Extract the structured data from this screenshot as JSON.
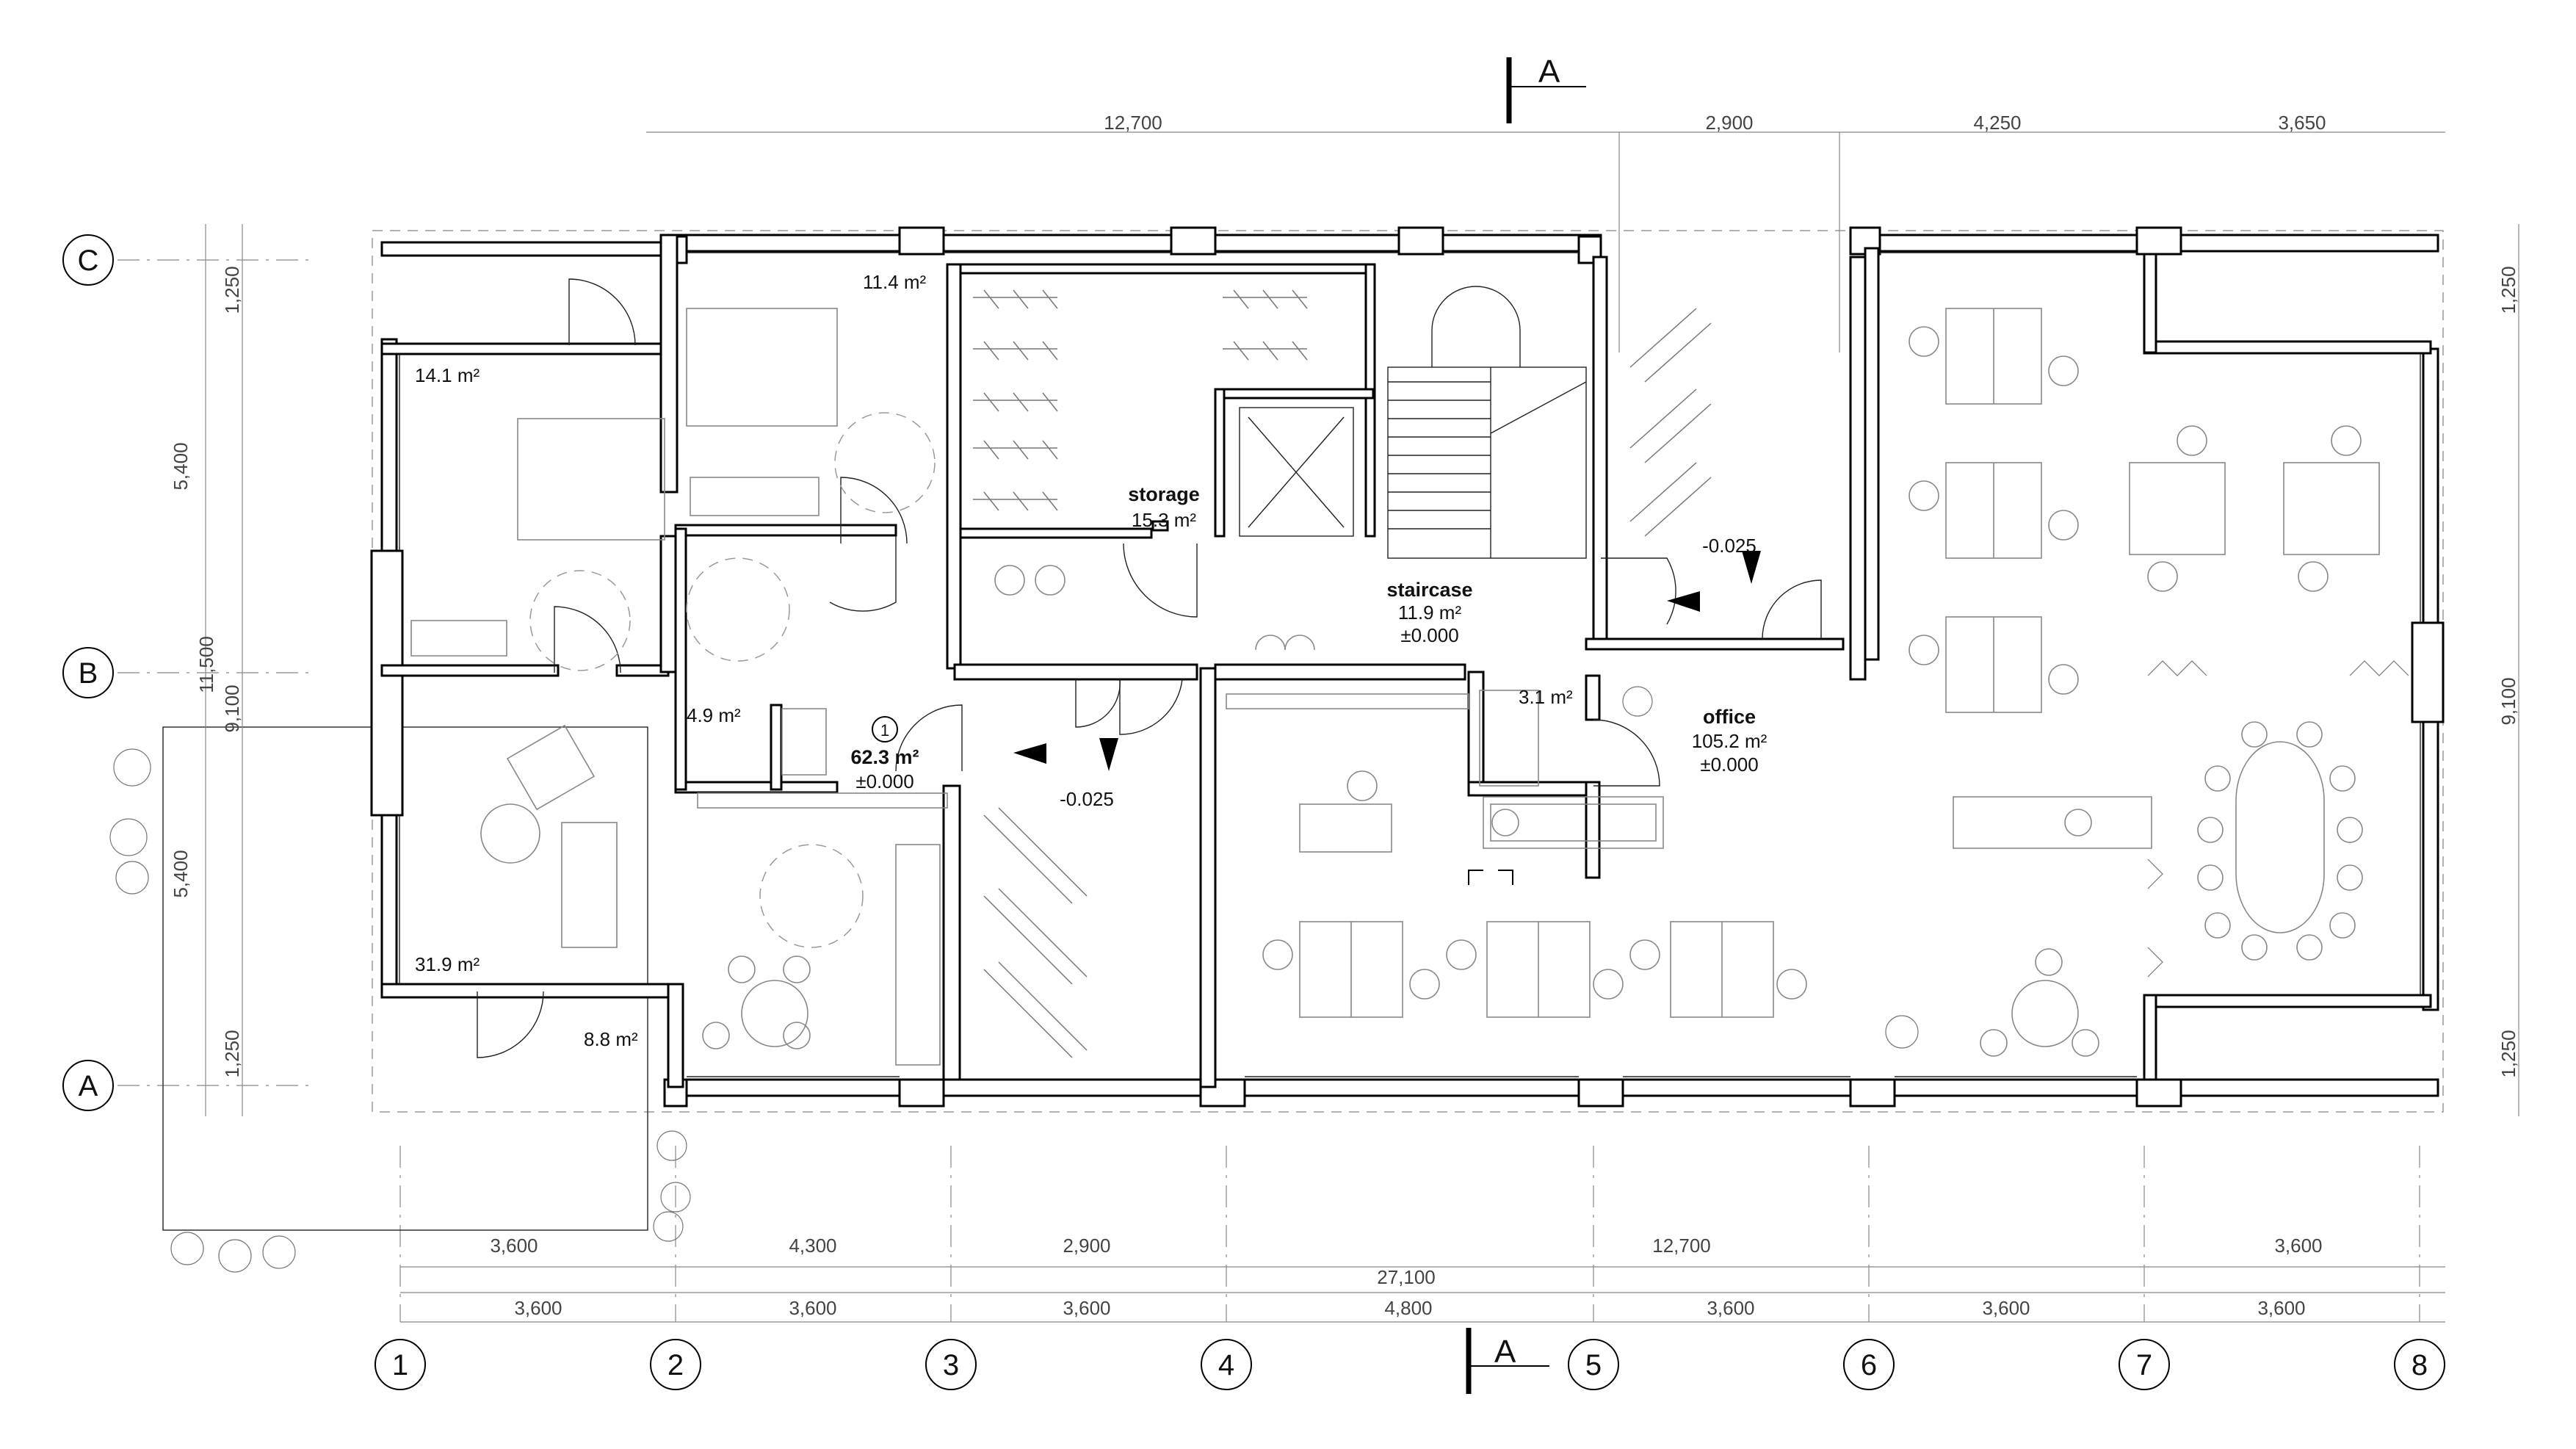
{
  "section_labels": {
    "top": "A",
    "bottom": "A"
  },
  "axes": {
    "rows": [
      "C",
      "B",
      "A"
    ],
    "cols": [
      "1",
      "2",
      "3",
      "4",
      "5",
      "6",
      "7",
      "8"
    ]
  },
  "dims_top": [
    "12,700",
    "2,900",
    "4,250",
    "3,650"
  ],
  "dims_bottom_row1": [
    "3,600",
    "4,300",
    "2,900",
    "12,700",
    "3,600"
  ],
  "dims_bottom_total": "27,100",
  "dims_bottom_row3": [
    "3,600",
    "3,600",
    "3,600",
    "4,800",
    "3,600",
    "3,600",
    "3,600"
  ],
  "dims_left_inner": [
    "1,250",
    "5,400",
    "9,100",
    "5,400",
    "1,250"
  ],
  "dims_left_total": "11,500",
  "dims_right": [
    "1,250",
    "9,100",
    "1,250"
  ],
  "rooms": {
    "r114": "11.4 m²",
    "r141": "14.1 m²",
    "storage_name": "storage",
    "storage_area": "15.3 m²",
    "staircase_name": "staircase",
    "staircase_area": "11.9 m²",
    "staircase_level": "±0.000",
    "r49": "4.9 m²",
    "main_num": "1",
    "main_area": "62.3 m²",
    "main_level": "±0.000",
    "r31": "3.1 m²",
    "office_name": "office",
    "office_area": "105.2 m²",
    "office_level": "±0.000",
    "r319": "31.9 m²",
    "r88": "8.8 m²"
  },
  "levels": {
    "entry_left": "-0.025",
    "entry_right": "-0.025"
  }
}
